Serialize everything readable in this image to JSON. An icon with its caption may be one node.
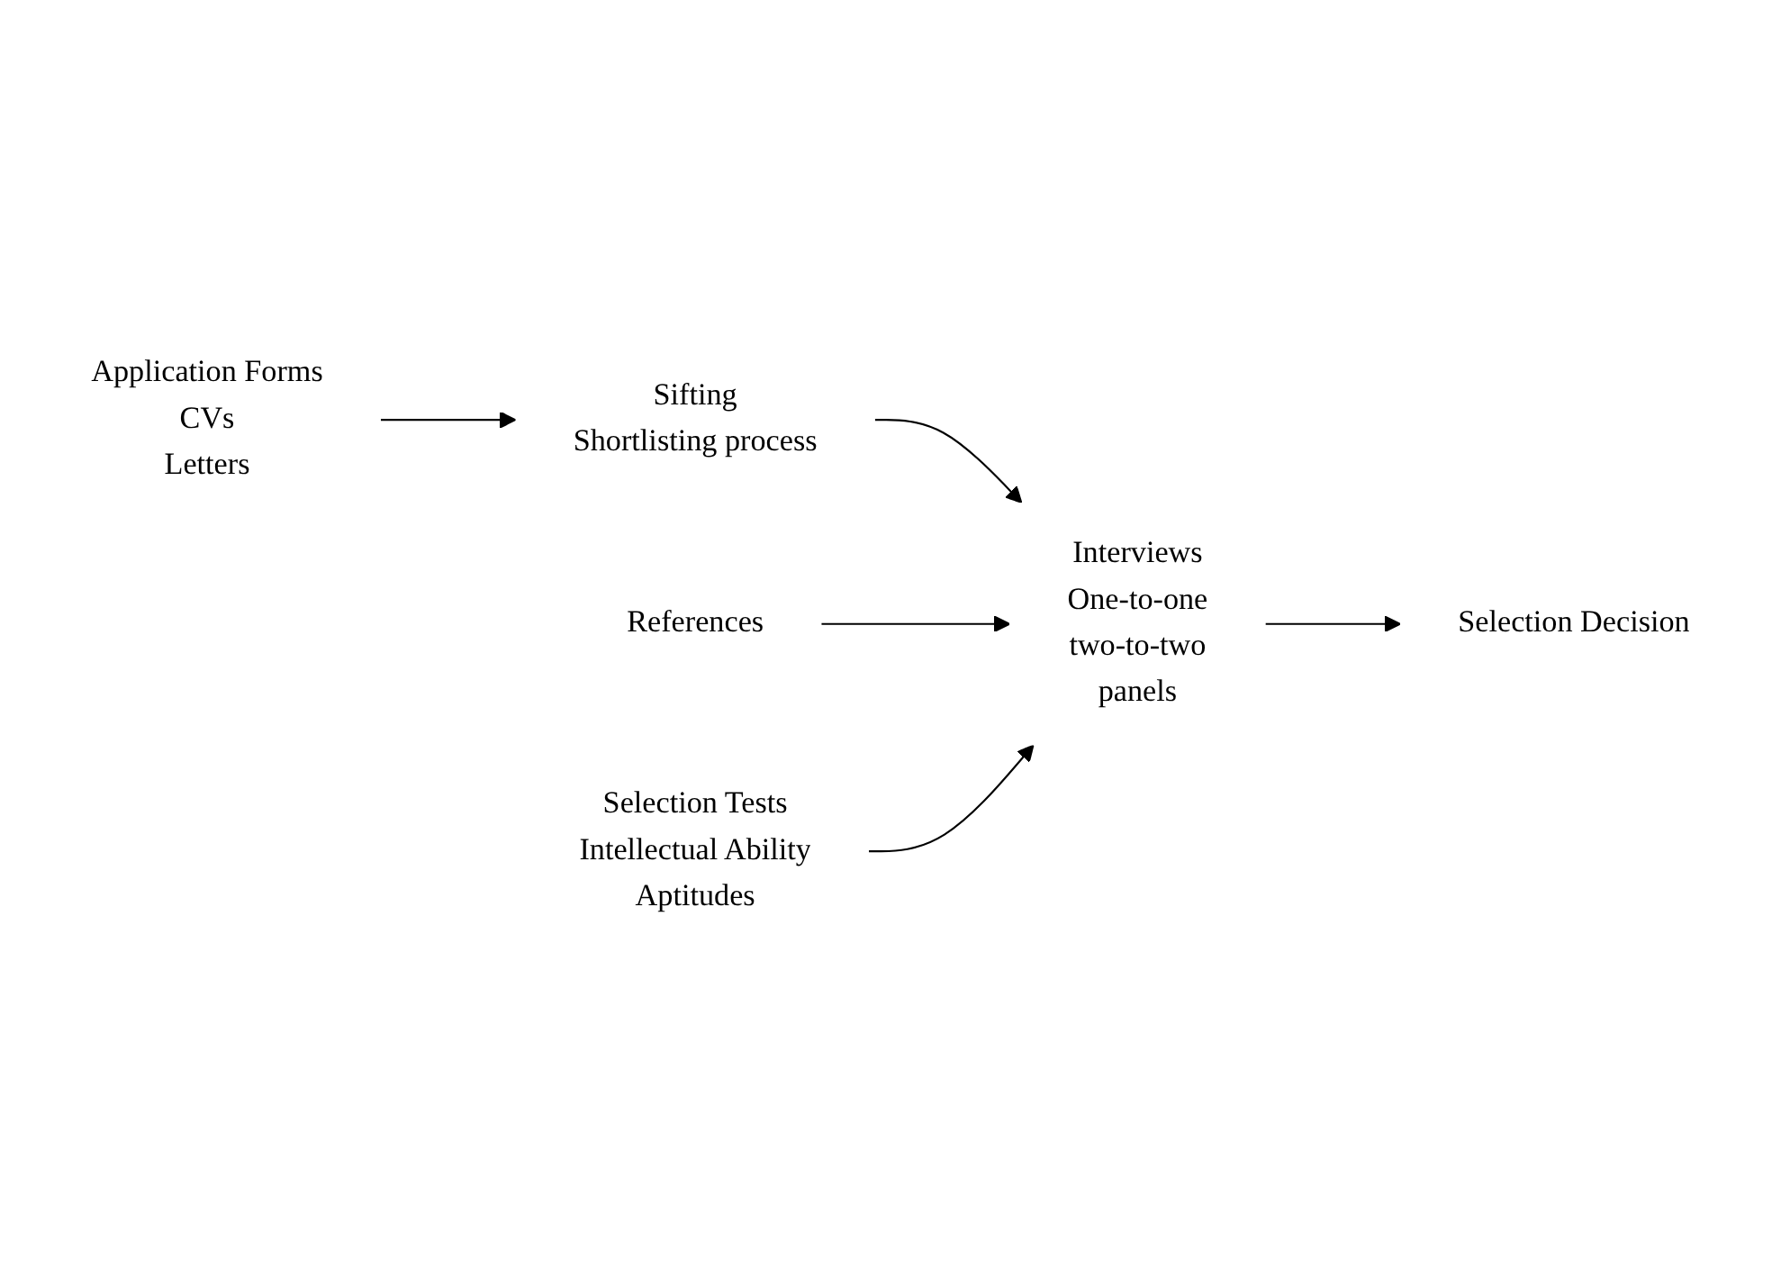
{
  "diagram": {
    "nodes": [
      {
        "text": [
          "Application Forms",
          "CVs",
          "Letters"
        ]
      },
      {
        "text": [
          "Sifting",
          "Shortlisting process"
        ]
      },
      {
        "text": [
          "Interviews",
          "One-to-one",
          "two-to-two",
          "panels"
        ]
      },
      {
        "text": [
          "Selection Decision"
        ]
      },
      {
        "text": [
          "References"
        ]
      },
      {
        "text": [
          "Selection Tests",
          "Intellectual Ability",
          "Aptitudes"
        ]
      }
    ],
    "edges": [
      {
        "from": 0,
        "to": 1,
        "arrow": "to"
      },
      {
        "from": 1,
        "to": 2,
        "arrow": "to"
      },
      {
        "from": 2,
        "to": 3,
        "arrow": "to"
      },
      {
        "from": 4,
        "to": 2,
        "arrow": "to"
      },
      {
        "from": 5,
        "to": 2,
        "arrow": "to"
      }
    ]
  }
}
